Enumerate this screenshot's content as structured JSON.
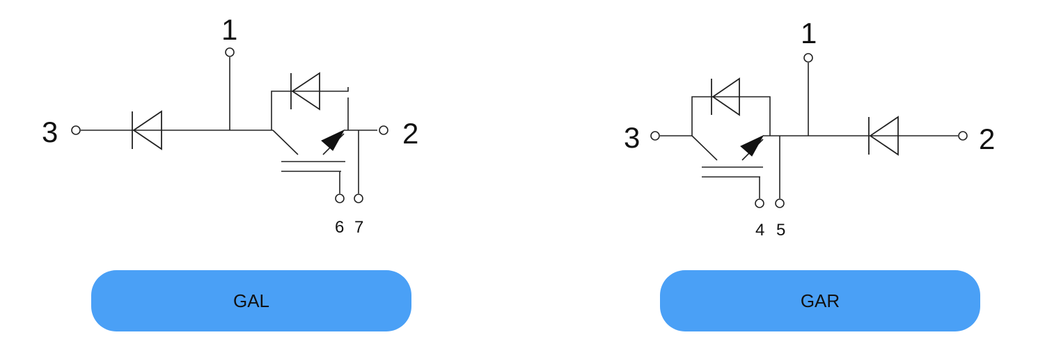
{
  "gal": {
    "button_label": "GAL",
    "pins": {
      "top": "1",
      "left": "3",
      "right": "2",
      "aux_a": "6",
      "aux_b": "7"
    }
  },
  "gar": {
    "button_label": "GAR",
    "pins": {
      "top": "1",
      "left": "3",
      "right": "2",
      "aux_a": "4",
      "aux_b": "5"
    }
  }
}
